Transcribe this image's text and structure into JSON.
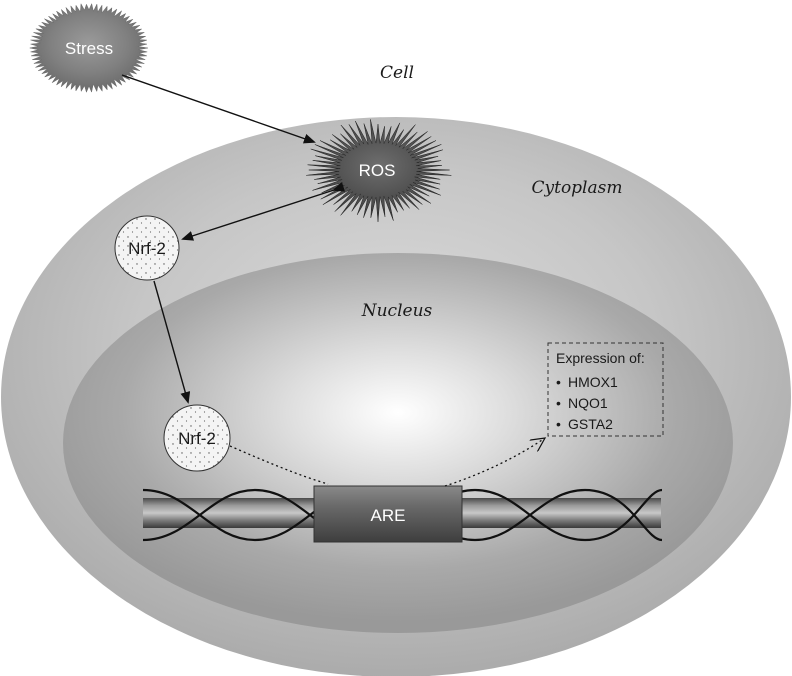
{
  "labels": {
    "cell": "Cell",
    "cytoplasm": "Cytoplasm",
    "nucleus": "Nucleus"
  },
  "nodes": {
    "stress": "Stress",
    "ros": "ROS",
    "nrf2_cytoplasm": "Nrf-2",
    "nrf2_nucleus": "Nrf-2",
    "are": "ARE"
  },
  "expression_box": {
    "title": "Expression of:",
    "genes": [
      {
        "bullet": "•",
        "name": "HMOX1"
      },
      {
        "bullet": "•",
        "name": "NQO1"
      },
      {
        "bullet": "•",
        "name": "GSTA2"
      }
    ]
  }
}
